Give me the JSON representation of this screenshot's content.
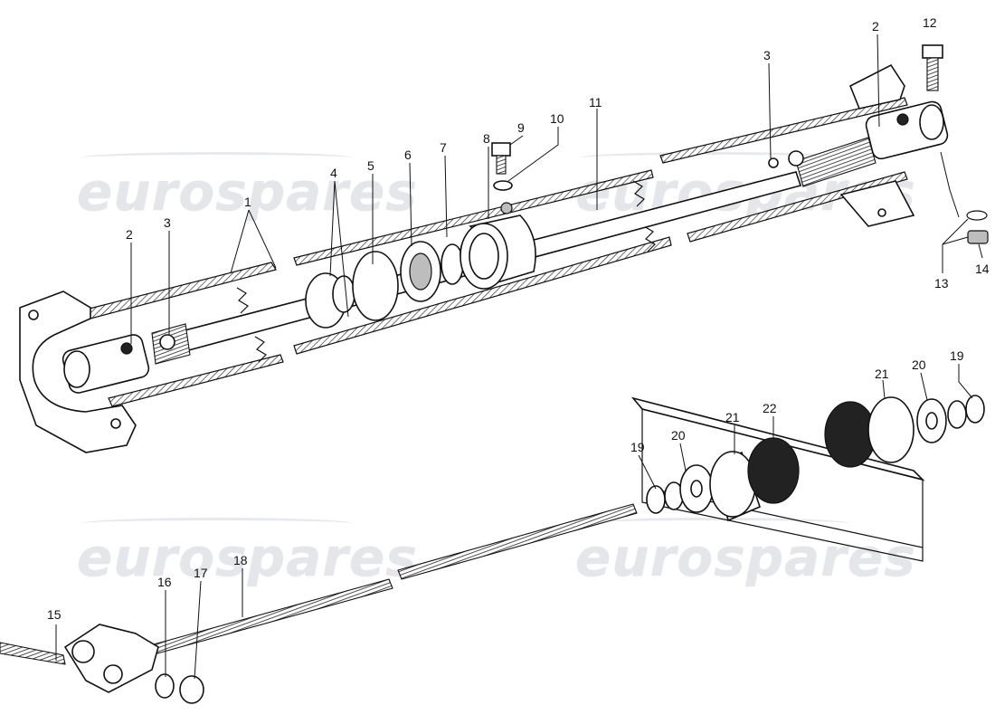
{
  "watermark": {
    "text": "eurospares"
  },
  "callouts": [
    "1",
    "2",
    "3",
    "4",
    "5",
    "6",
    "7",
    "8",
    "9",
    "10",
    "11",
    "12",
    "13",
    "14",
    "15",
    "16",
    "17",
    "18",
    "19",
    "20",
    "21",
    "22"
  ]
}
